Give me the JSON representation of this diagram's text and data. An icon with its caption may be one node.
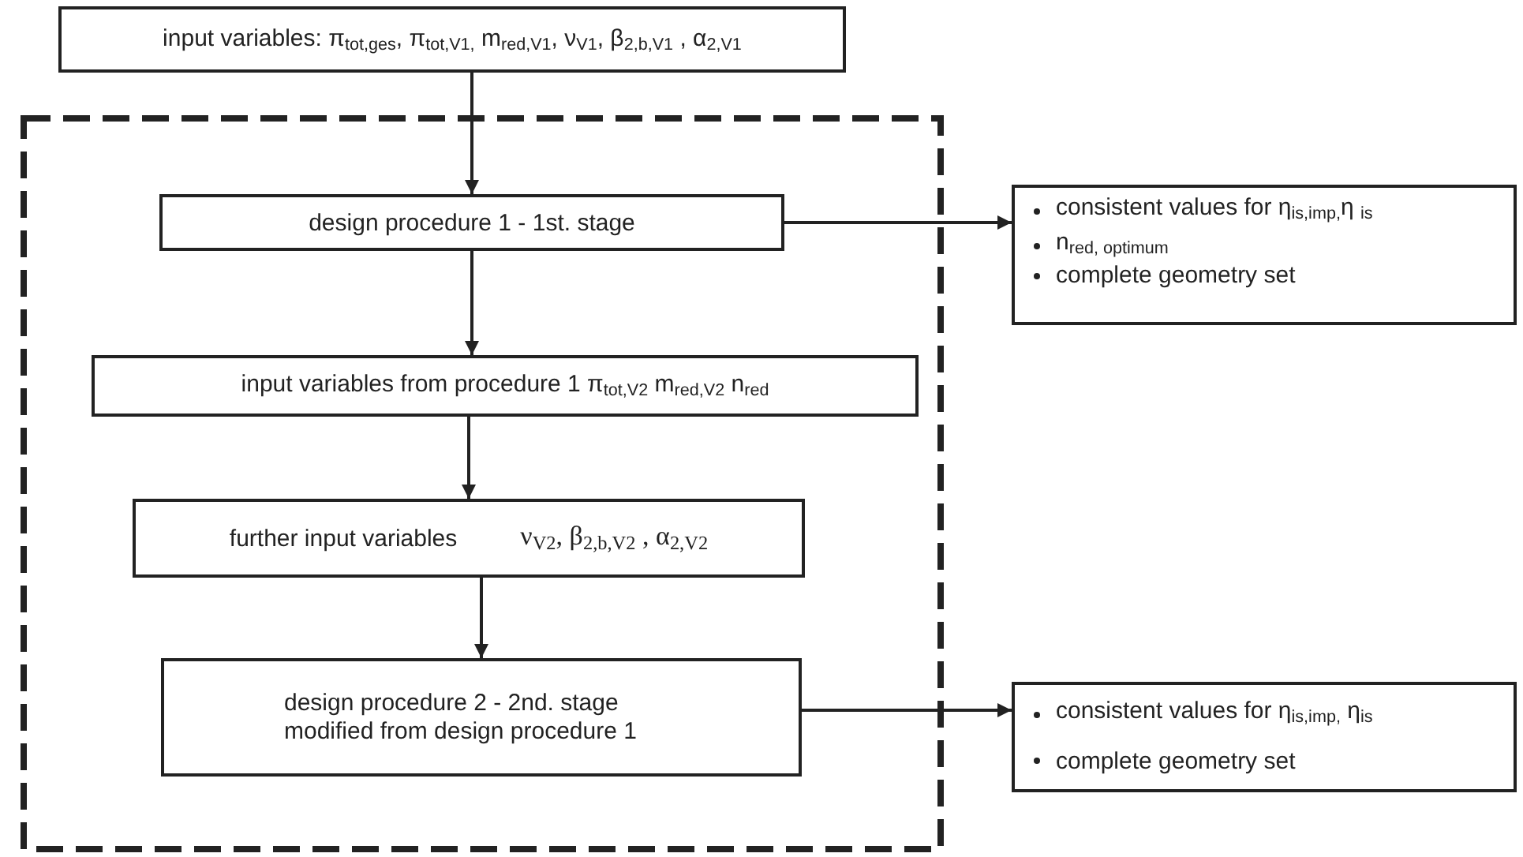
{
  "diagram": {
    "nodes": [
      {
        "text": [
          "input variables:  π$_{tot,ges}$, π$_{tot,V1,}$  m$_{red,V1}$, ν$_{V1}$, β$_{2,b,V1}$ , α$_{2,V1}$"
        ]
      },
      {
        "text": [],
        "shape": "box"
      },
      {
        "text": [
          "design procedure 1 - 1st. stage"
        ],
        "in": 1
      },
      {
        "text": [
          "input variables from procedure 1   π$_{tot,V2}$  m$_{red,V2}$   n$_{red}$"
        ],
        "in": 1
      },
      {
        "text": [
          "further input variables",
          "ν$_{V2}$, β$_{2,b,V2}$ , α$_{2,V2}$"
        ],
        "in": 1
      },
      {
        "text": [
          "design procedure 2 - 2nd. stage modified from design procedure 1"
        ],
        "in": 1
      },
      {
        "text": [
          "consistent values for  η$_{is,imp,}$η $_{is}$",
          "n$_{red, optimum}$",
          "complete geometry set"
        ]
      },
      {
        "text": [
          "consistent values for  η$_{is,imp,}$ η$_{is}$",
          "complete geometry set"
        ]
      }
    ],
    "edges": [
      {
        "from": 0,
        "to": 2,
        "arrow": "to"
      },
      {
        "from": 2,
        "to": 3,
        "arrow": "to"
      },
      {
        "from": 3,
        "to": 4,
        "arrow": "to"
      },
      {
        "from": 4,
        "to": 5,
        "arrow": "to"
      },
      {
        "from": 2,
        "to": 6,
        "arrow": "to"
      },
      {
        "from": 5,
        "to": 7,
        "arrow": "to"
      }
    ]
  }
}
